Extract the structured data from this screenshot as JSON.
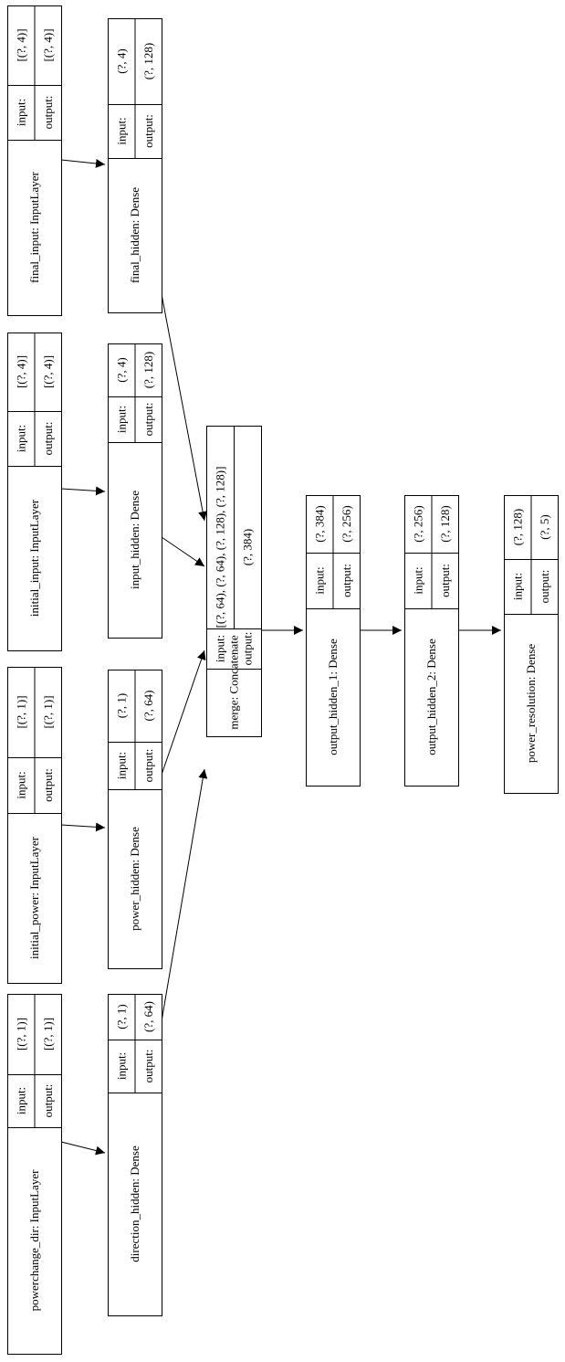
{
  "nodes": [
    {
      "id": "powerchange_dir",
      "name": "powerchange_dir: InputLayer",
      "input_label": "input:",
      "input_shape": "[(?, 1)]",
      "output_label": "output:",
      "output_shape": "[(?, 1)]"
    },
    {
      "id": "initial_power",
      "name": "initial_power: InputLayer",
      "input_label": "input:",
      "input_shape": "[(?, 1)]",
      "output_label": "output:",
      "output_shape": "[(?, 1)]"
    },
    {
      "id": "initial_input",
      "name": "initial_input: InputLayer",
      "input_label": "input:",
      "input_shape": "[(?, 4)]",
      "output_label": "output:",
      "output_shape": "[(?, 4)]"
    },
    {
      "id": "final_input",
      "name": "final_input: InputLayer",
      "input_label": "input:",
      "input_shape": "[(?, 4)]",
      "output_label": "output:",
      "output_shape": "[(?, 4)]"
    },
    {
      "id": "direction_hidden",
      "name": "direction_hidden: Dense",
      "input_label": "input:",
      "input_shape": "(?, 1)",
      "output_label": "output:",
      "output_shape": "(?, 64)"
    },
    {
      "id": "power_hidden",
      "name": "power_hidden: Dense",
      "input_label": "input:",
      "input_shape": "(?, 1)",
      "output_label": "output:",
      "output_shape": "(?, 64)"
    },
    {
      "id": "input_hidden",
      "name": "input_hidden: Dense",
      "input_label": "input:",
      "input_shape": "(?, 4)",
      "output_label": "output:",
      "output_shape": "(?, 128)"
    },
    {
      "id": "final_hidden",
      "name": "final_hidden: Dense",
      "input_label": "input:",
      "input_shape": "(?, 4)",
      "output_label": "output:",
      "output_shape": "(?, 128)"
    },
    {
      "id": "merge",
      "name": "merge: Concatenate",
      "input_label": "input:",
      "input_shape": "[(?, 64), (?, 64), (?, 128), (?, 128)]",
      "output_label": "output:",
      "output_shape": "(?, 384)"
    },
    {
      "id": "output_hidden_1",
      "name": "output_hidden_1: Dense",
      "input_label": "input:",
      "input_shape": "(?, 384)",
      "output_label": "output:",
      "output_shape": "(?, 256)"
    },
    {
      "id": "output_hidden_2",
      "name": "output_hidden_2: Dense",
      "input_label": "input:",
      "input_shape": "(?, 256)",
      "output_label": "output:",
      "output_shape": "(?, 128)"
    },
    {
      "id": "power_resolution",
      "name": "power_resolution: Dense",
      "input_label": "input:",
      "input_shape": "(?, 128)",
      "output_label": "output:",
      "output_shape": "(?, 5)"
    }
  ],
  "edges": [
    {
      "from": "powerchange_dir",
      "to": "direction_hidden"
    },
    {
      "from": "initial_power",
      "to": "power_hidden"
    },
    {
      "from": "initial_input",
      "to": "input_hidden"
    },
    {
      "from": "final_input",
      "to": "final_hidden"
    },
    {
      "from": "direction_hidden",
      "to": "merge"
    },
    {
      "from": "power_hidden",
      "to": "merge"
    },
    {
      "from": "input_hidden",
      "to": "merge"
    },
    {
      "from": "final_hidden",
      "to": "merge"
    },
    {
      "from": "merge",
      "to": "output_hidden_1"
    },
    {
      "from": "output_hidden_1",
      "to": "output_hidden_2"
    },
    {
      "from": "output_hidden_2",
      "to": "power_resolution"
    }
  ]
}
